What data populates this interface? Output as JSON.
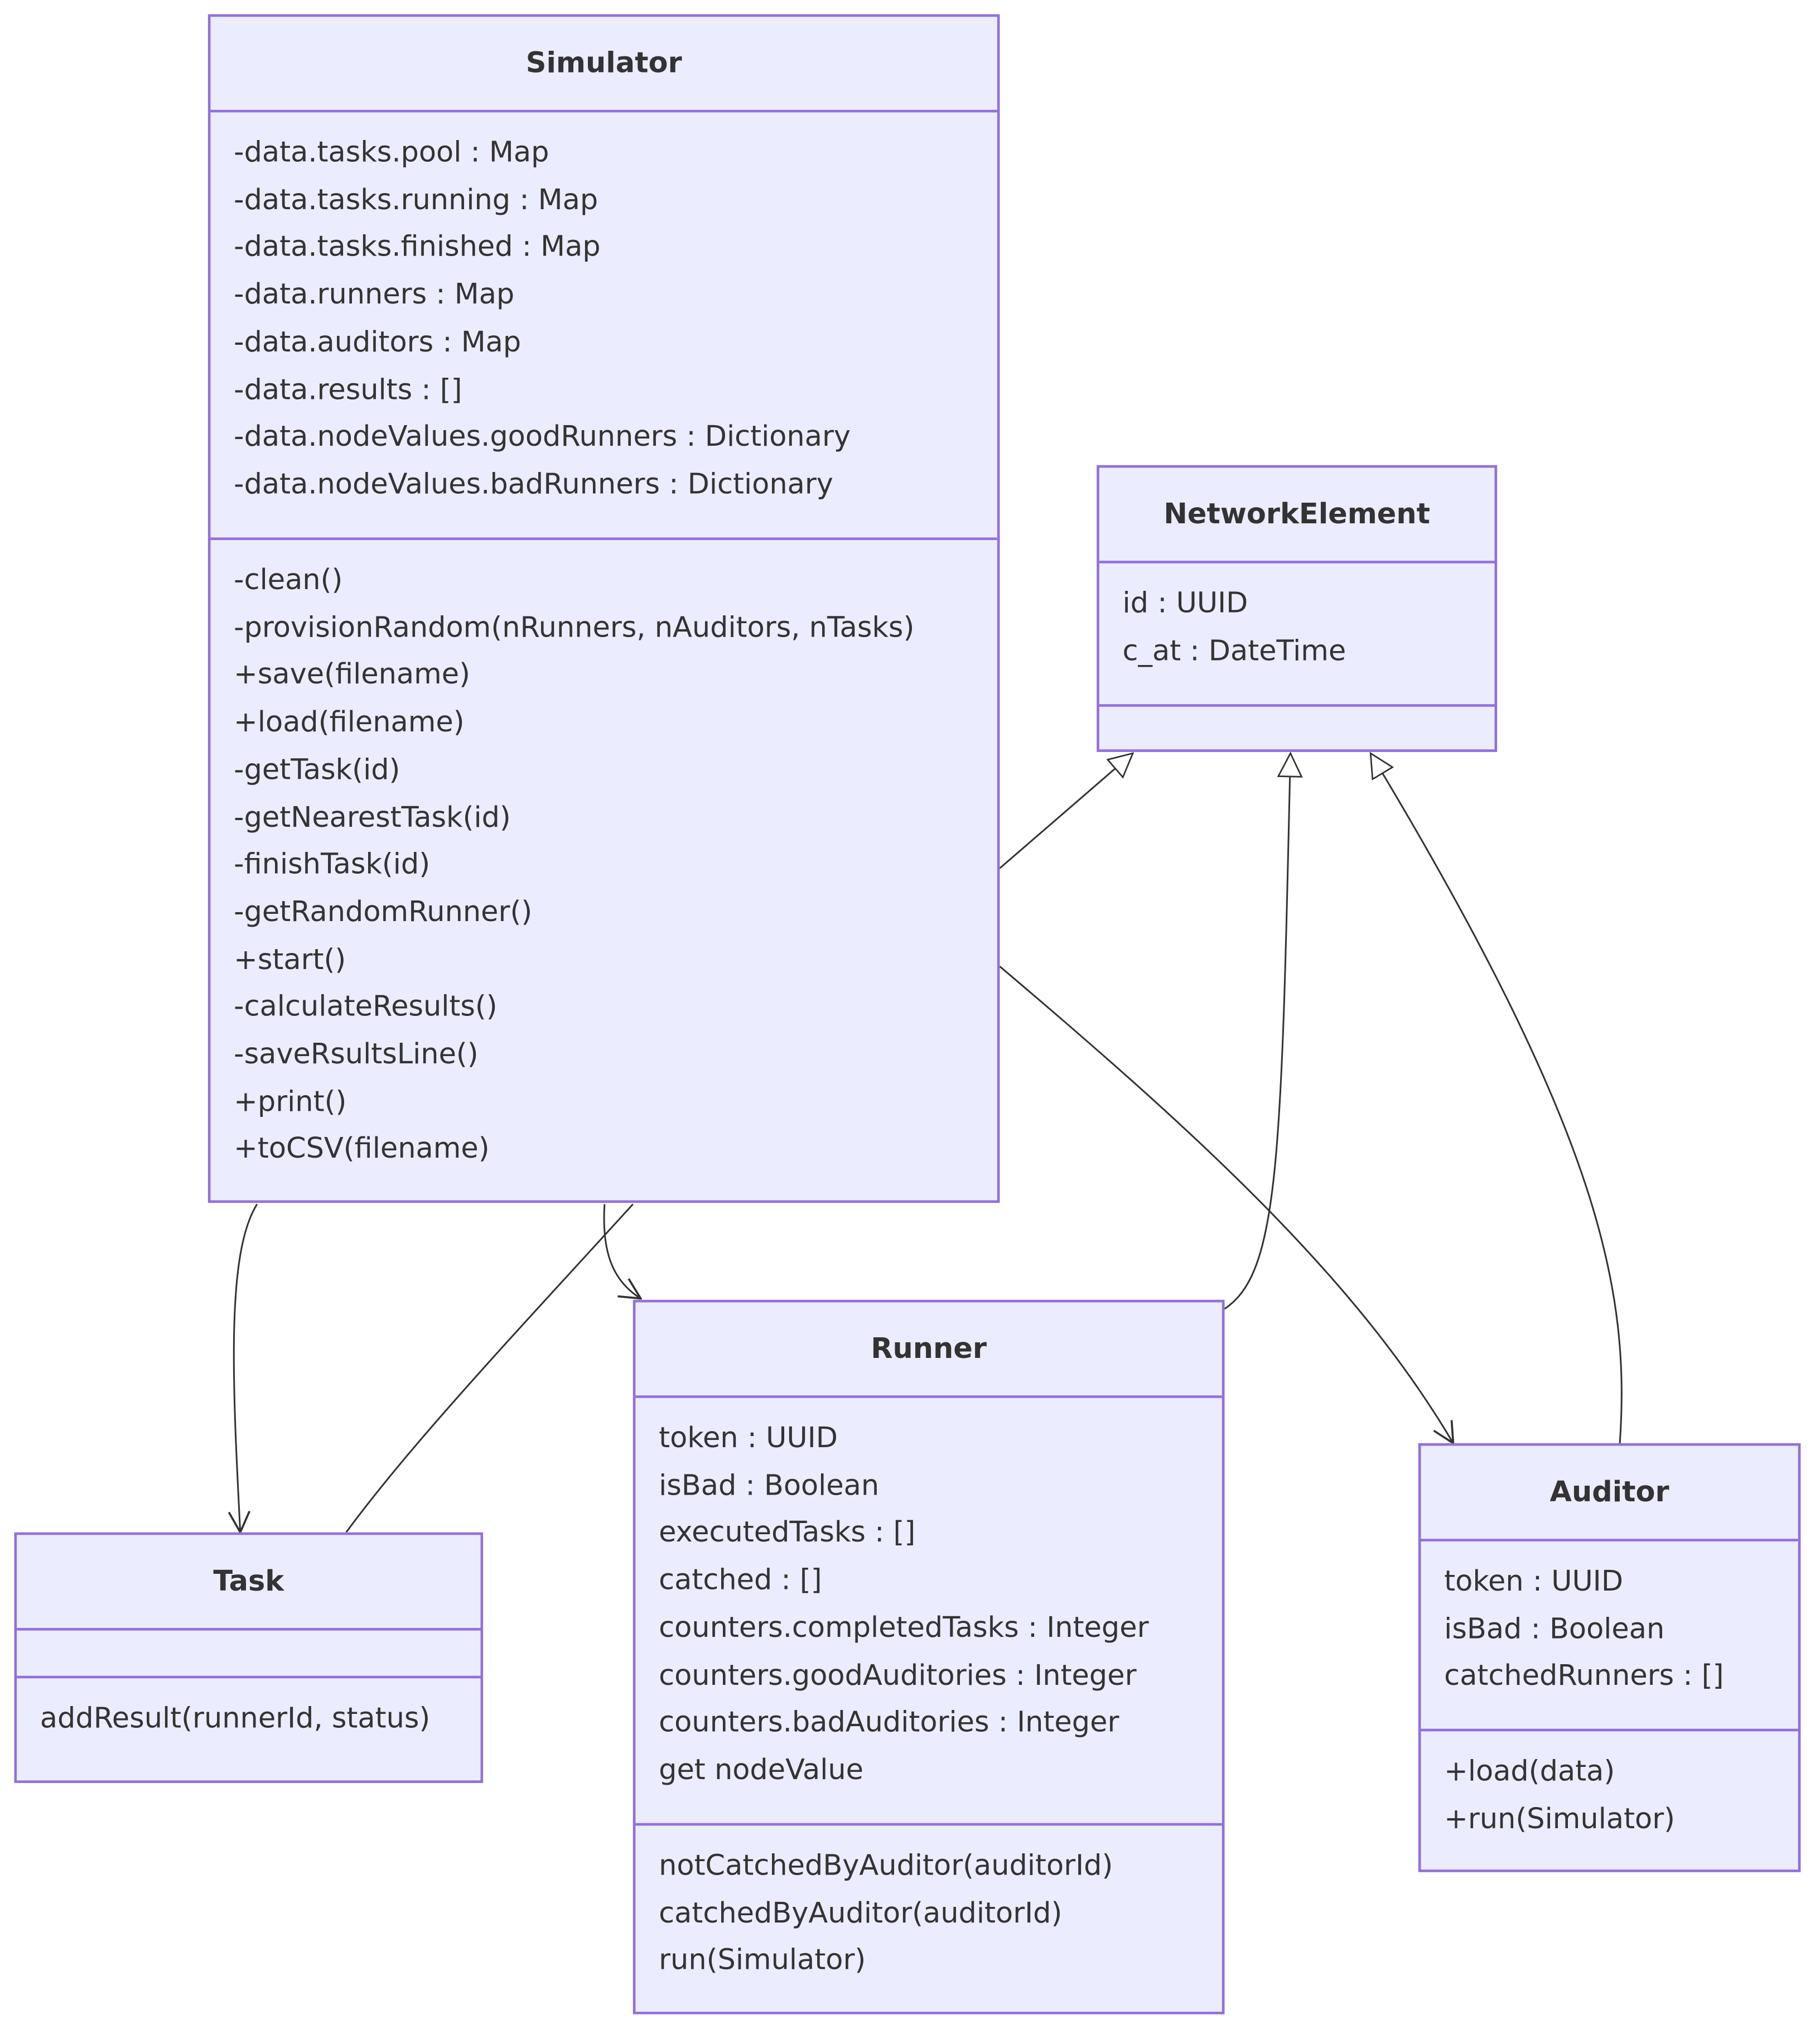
{
  "classes": {
    "simulator": {
      "name": "Simulator",
      "attributes": [
        "-data.tasks.pool : Map",
        "-data.tasks.running : Map",
        "-data.tasks.finished : Map",
        "-data.runners : Map",
        "-data.auditors : Map",
        "-data.results : []",
        "-data.nodeValues.goodRunners : Dictionary",
        "-data.nodeValues.badRunners : Dictionary"
      ],
      "methods": [
        "-clean()",
        "-provisionRandom(nRunners, nAuditors, nTasks)",
        "+save(filename)",
        "+load(filename)",
        "-getTask(id)",
        "-getNearestTask(id)",
        "-finishTask(id)",
        "-getRandomRunner()",
        "+start()",
        "-calculateResults()",
        "-saveRsultsLine()",
        "+print()",
        "+toCSV(filename)"
      ]
    },
    "network_element": {
      "name": "NetworkElement",
      "attributes": [
        "id : UUID",
        "c_at : DateTime"
      ],
      "methods": []
    },
    "task": {
      "name": "Task",
      "attributes": [],
      "methods": [
        "addResult(runnerId, status)"
      ]
    },
    "runner": {
      "name": "Runner",
      "attributes": [
        "token : UUID",
        "isBad : Boolean",
        "executedTasks : []",
        "catched : []",
        "counters.completedTasks : Integer",
        "counters.goodAuditories : Integer",
        "counters.badAuditories : Integer",
        "get nodeValue"
      ],
      "methods": [
        "notCatchedByAuditor(auditorId)",
        "catchedByAuditor(auditorId)",
        "run(Simulator)"
      ]
    },
    "auditor": {
      "name": "Auditor",
      "attributes": [
        "token : UUID",
        "isBad : Boolean",
        "catchedRunners : []"
      ],
      "methods": [
        "+load(data)",
        "+run(Simulator)"
      ]
    }
  },
  "relations": [
    {
      "from": "Simulator",
      "to": "NetworkElement",
      "type": "inheritance"
    },
    {
      "from": "Runner",
      "to": "NetworkElement",
      "type": "inheritance"
    },
    {
      "from": "Auditor",
      "to": "NetworkElement",
      "type": "inheritance"
    },
    {
      "from": "Task",
      "to": "Simulator",
      "type": "line"
    },
    {
      "from": "Simulator",
      "to": "Task",
      "type": "association"
    },
    {
      "from": "Simulator",
      "to": "Runner",
      "type": "association"
    },
    {
      "from": "Simulator",
      "to": "Auditor",
      "type": "association"
    }
  ],
  "colors": {
    "class_fill": "#ECECFF",
    "class_border": "#9370DB",
    "text": "#333333",
    "edge": "#333333",
    "background": "#ffffff"
  }
}
